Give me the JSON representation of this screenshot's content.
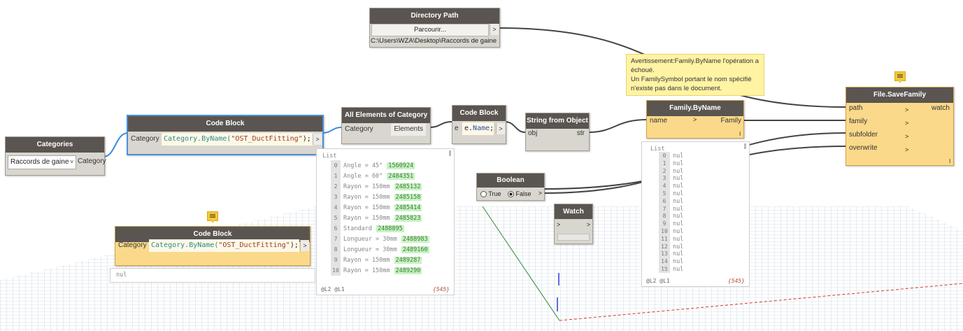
{
  "nodes": {
    "categories": {
      "title": "Categories",
      "selected": "Raccords de gaine",
      "output": "Category"
    },
    "code_block_main": {
      "title": "Code Block",
      "input": "Category",
      "code_kw": "Category",
      "code_fn": ".ByName(",
      "code_str": "\"OST_DuctFitting\"",
      "code_end": ");"
    },
    "all_elements": {
      "title": "All Elements of Category",
      "input": "Category",
      "output": "Elements"
    },
    "code_block_name": {
      "title": "Code Block",
      "input": "e",
      "code_var": "e.",
      "code_prop": "Name",
      "code_end": ";"
    },
    "string_from_object": {
      "title": "String from Object",
      "input": "obj",
      "output": "str"
    },
    "directory_path": {
      "title": "Directory Path",
      "button": "Parcourir...",
      "path": "C:\\Users\\WZA\\Desktop\\Raccords de gaine"
    },
    "family_byname": {
      "title": "Family.ByName",
      "input": "name",
      "output": "Family",
      "footer": "l"
    },
    "file_savefamily": {
      "title": "File.SaveFamily",
      "inputs": [
        "path",
        "family",
        "subfolder",
        "overwrite"
      ],
      "output": "watch",
      "footer": "l"
    },
    "boolean": {
      "title": "Boolean",
      "true_label": "True",
      "false_label": "False",
      "selected": "False"
    },
    "watch": {
      "title": "Watch"
    },
    "code_block_lower": {
      "title": "Code Block",
      "input": "Category",
      "code_kw": "Category",
      "code_fn": ".ByName(",
      "code_str": "\"OST_DuctFitting\"",
      "code_end": ");",
      "preview": "nul"
    }
  },
  "tooltip": {
    "lines": [
      "Avertissement:Family.ByName l'opération a",
      "échoué.",
      "Un FamilySymbol portant le nom spécifié",
      "n'existe pas dans le document."
    ]
  },
  "preview_elements": {
    "header": "List",
    "items": [
      {
        "idx": "0",
        "name": "Angle = 45°",
        "id": "1560924"
      },
      {
        "idx": "1",
        "name": "Angle = 60°",
        "id": "2484351"
      },
      {
        "idx": "2",
        "name": "Rayon = 150mm",
        "id": "2485132"
      },
      {
        "idx": "3",
        "name": "Rayon = 150mm",
        "id": "2485158"
      },
      {
        "idx": "4",
        "name": "Rayon = 150mm",
        "id": "2485414"
      },
      {
        "idx": "5",
        "name": "Rayon = 150mm",
        "id": "2485823"
      },
      {
        "idx": "6",
        "name": "Standard",
        "id": "2488895"
      },
      {
        "idx": "7",
        "name": "Longueur = 30mm",
        "id": "2488983"
      },
      {
        "idx": "8",
        "name": "Longueur = 30mm",
        "id": "2489160"
      },
      {
        "idx": "9",
        "name": "Rayon = 150mm",
        "id": "2489287"
      },
      {
        "idx": "10",
        "name": "Rayon = 150mm",
        "id": "2489290"
      }
    ],
    "levels": "@L2 @L1",
    "count": "{545}"
  },
  "preview_family": {
    "header": "List",
    "items": [
      {
        "idx": "0",
        "val": "nul"
      },
      {
        "idx": "1",
        "val": "nul"
      },
      {
        "idx": "2",
        "val": "nul"
      },
      {
        "idx": "3",
        "val": "nul"
      },
      {
        "idx": "4",
        "val": "nul"
      },
      {
        "idx": "5",
        "val": "nul"
      },
      {
        "idx": "6",
        "val": "nul"
      },
      {
        "idx": "7",
        "val": "nul"
      },
      {
        "idx": "8",
        "val": "nul"
      },
      {
        "idx": "9",
        "val": "nul"
      },
      {
        "idx": "10",
        "val": "nul"
      },
      {
        "idx": "11",
        "val": "nul"
      },
      {
        "idx": "12",
        "val": "nul"
      },
      {
        "idx": "13",
        "val": "nul"
      },
      {
        "idx": "14",
        "val": "nul"
      },
      {
        "idx": "15",
        "val": "nul"
      }
    ],
    "levels": "@L2 @L1",
    "count": "{545}"
  },
  "colors": {
    "node_header": "#5a5550",
    "node_body": "#d9d6cf",
    "warning_node": "#fbd98a",
    "selection": "#4a90d9",
    "grid": "#9fb4c8",
    "wire": "#444444"
  }
}
